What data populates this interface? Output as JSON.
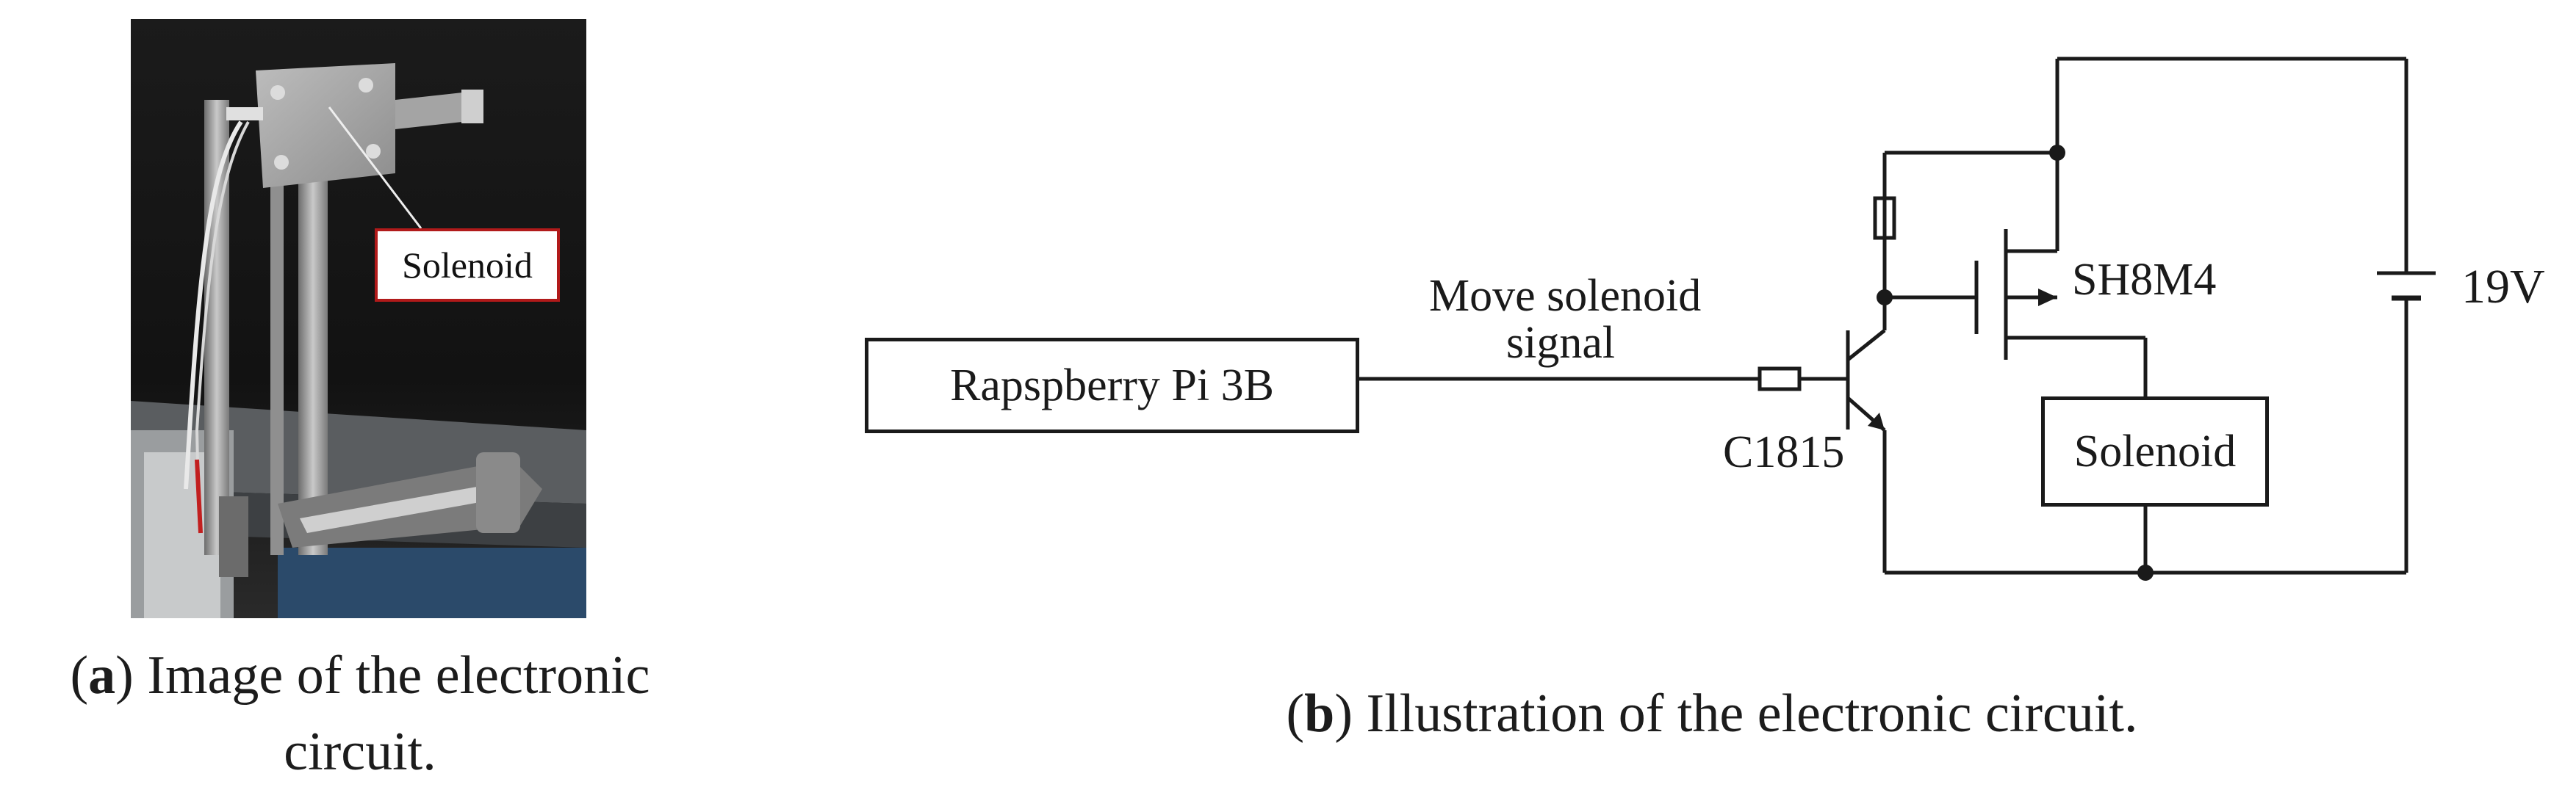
{
  "panel_a": {
    "photo_label": "Solenoid",
    "caption_letter": "a",
    "caption_line1": " Image of the electronic",
    "caption_line2": "circuit."
  },
  "panel_b": {
    "controller_label": "Rapspberry Pi 3B",
    "signal_label_line1": "Move solenoid",
    "signal_label_line2": "signal",
    "transistor_label": "C1815",
    "mosfet_label": "SH8M4",
    "solenoid_label": "Solenoid",
    "voltage_label": "19V",
    "caption_letter": "b",
    "caption_text": " Illustration of the electronic circuit."
  }
}
